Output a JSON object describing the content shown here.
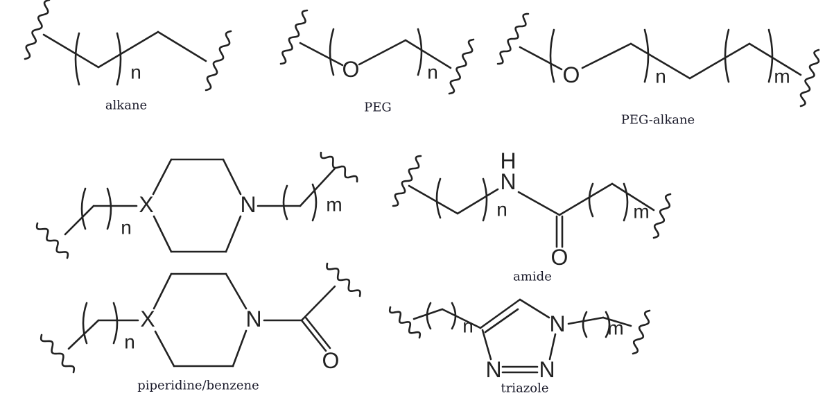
{
  "structures": [
    {
      "caption": "alkane",
      "atoms": {
        "sub1": "n"
      }
    },
    {
      "caption": "PEG",
      "atoms": {
        "o": "O",
        "sub1": "n"
      }
    },
    {
      "caption": "PEG-alkane",
      "atoms": {
        "o": "O",
        "sub1": "n",
        "sub2": "m"
      }
    },
    {
      "caption": "piperidine/benzene",
      "atoms": {
        "x_top": "X",
        "n_top": "N",
        "sub1_top": "n",
        "sub2_top": "m",
        "x_bot": "X",
        "n_bot": "N",
        "o_bot": "O",
        "sub1_bot": "n"
      }
    },
    {
      "caption": "amide",
      "atoms": {
        "h": "H",
        "n": "N",
        "o": "O",
        "sub1": "n",
        "sub2": "m"
      }
    },
    {
      "caption": "triazole",
      "atoms": {
        "n1": "N",
        "n2": "N",
        "n3": "N",
        "sub1": "n",
        "sub2": "m"
      }
    }
  ],
  "colors": {
    "ink": "#222222",
    "background": "#ffffff"
  }
}
